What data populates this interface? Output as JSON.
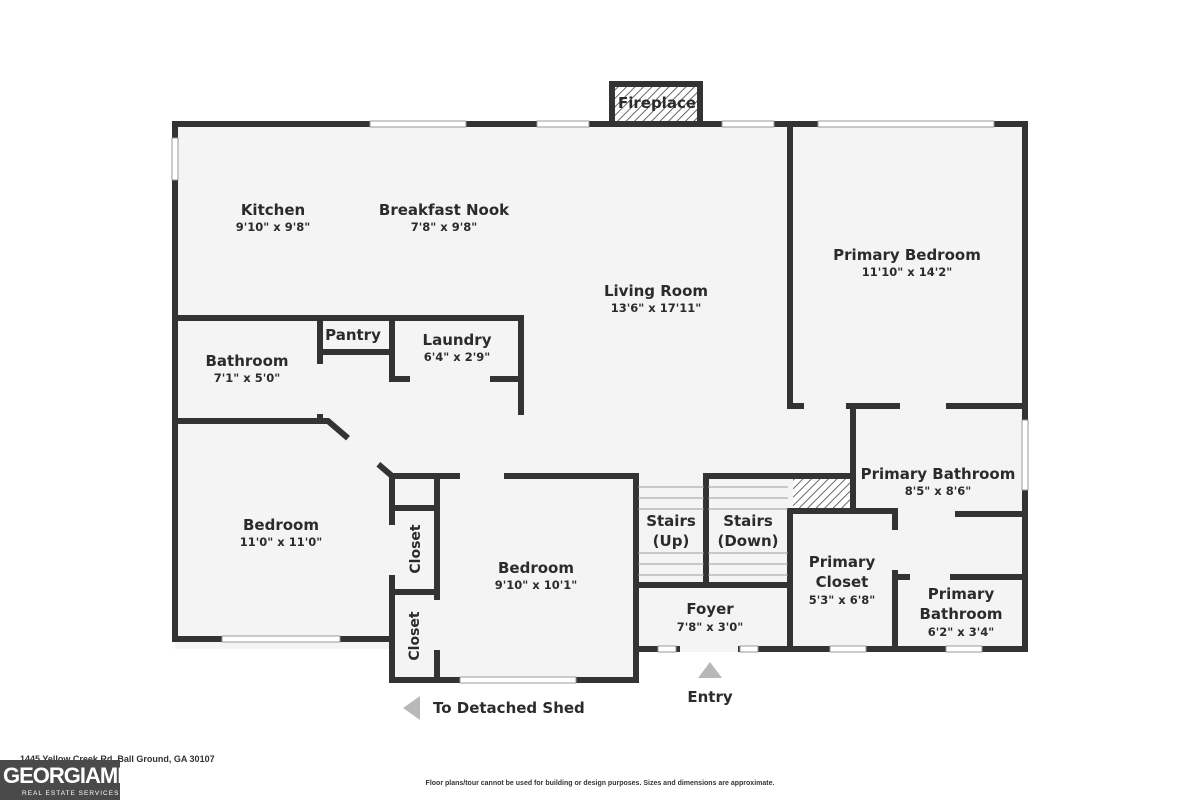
{
  "rooms": {
    "kitchen": {
      "name": "Kitchen",
      "dim": "9'10\" x 9'8\""
    },
    "breakfast_nook": {
      "name": "Breakfast Nook",
      "dim": "7'8\" x 9'8\""
    },
    "living_room": {
      "name": "Living Room",
      "dim": "13'6\" x 17'11\""
    },
    "primary_bedroom": {
      "name": "Primary Bedroom",
      "dim": "11'10\" x 14'2\""
    },
    "bathroom": {
      "name": "Bathroom",
      "dim": "7'1\" x 5'0\""
    },
    "pantry": {
      "name": "Pantry"
    },
    "laundry": {
      "name": "Laundry",
      "dim": "6'4\" x 2'9\""
    },
    "primary_bathroom_1": {
      "name": "Primary Bathroom",
      "dim": "8'5\" x 8'6\""
    },
    "bedroom_1": {
      "name": "Bedroom",
      "dim": "11'0\" x 11'0\""
    },
    "bedroom_2": {
      "name": "Bedroom",
      "dim": "9'10\" x 10'1\""
    },
    "closet_1": {
      "name": "Closet"
    },
    "closet_2": {
      "name": "Closet"
    },
    "stairs_up": {
      "line1": "Stairs",
      "line2": "(Up)"
    },
    "stairs_down": {
      "line1": "Stairs",
      "line2": "(Down)"
    },
    "primary_closet": {
      "line1": "Primary",
      "line2": "Closet",
      "dim": "5'3\" x 6'8\""
    },
    "primary_bathroom_2": {
      "line1": "Primary",
      "line2": "Bathroom",
      "dim": "6'2\" x 3'4\""
    },
    "foyer": {
      "name": "Foyer",
      "dim": "7'8\" x 3'0\""
    },
    "fireplace": {
      "name": "Fireplace"
    }
  },
  "annotations": {
    "entry": "Entry",
    "to_shed": "To Detached Shed"
  },
  "footer": {
    "address": "1445 Yellow Creek Rd, Ball Ground, GA 30107",
    "disclaimer": "Floor plans/tour cannot be used for building or design purposes. Sizes and dimensions are approximate.",
    "logo_main": "GEORGIAMLS",
    "logo_sub": "REAL ESTATE SERVICES"
  },
  "colors": {
    "wall": "#333333",
    "floor": "#f4f4f4",
    "window": "#ffffff",
    "arrow": "#b8b8b8"
  }
}
